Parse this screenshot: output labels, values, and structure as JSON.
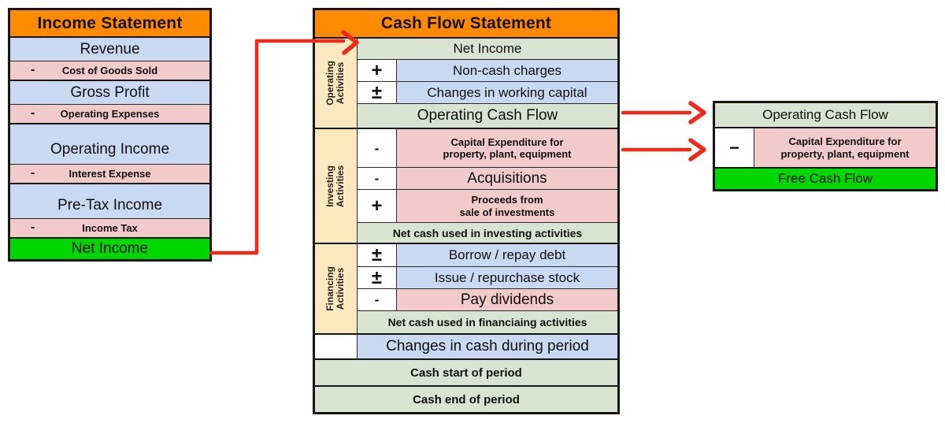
{
  "colors": {
    "header_orange": "#FF8A00",
    "row_blue": "#C9D9F2",
    "row_pink": "#F3CACA",
    "row_sage": "#D8E4CF",
    "net_green": "#00D600",
    "activities_cream": "#FAE9BE",
    "arrow_red": "#EF2917",
    "border_black": "#151515"
  },
  "income_statement": {
    "title": "Income Statement",
    "rows": [
      {
        "label": "Revenue"
      },
      {
        "sign": "-",
        "label": "Cost of Goods Sold"
      },
      {
        "label": "Gross Profit"
      },
      {
        "sign": "-",
        "label": "Operating Expenses"
      },
      {
        "label": "Operating Income"
      },
      {
        "sign": "-",
        "label": "Interest Expense"
      },
      {
        "label": "Pre-Tax Income"
      },
      {
        "sign": "-",
        "label": "Income Tax"
      },
      {
        "label": "Net Income"
      }
    ]
  },
  "cash_flow_statement": {
    "title": "Cash Flow Statement",
    "sections": [
      {
        "label": "Operating Activities",
        "rows": [
          {
            "label": "Net Income"
          },
          {
            "sign": "+",
            "label": "Non-cash charges"
          },
          {
            "sign": "±",
            "label": "Changes in working capital"
          },
          {
            "label": "Operating Cash Flow"
          }
        ]
      },
      {
        "label": "Investing Activities",
        "rows": [
          {
            "sign": "-",
            "line1": "Capital Expenditure for",
            "line2": "property, plant, equipment"
          },
          {
            "sign": "-",
            "label": "Acquisitions"
          },
          {
            "sign": "+",
            "line1": "Proceeds from",
            "line2": "sale of investments"
          },
          {
            "label": "Net cash used in investing activities"
          }
        ]
      },
      {
        "label": "Financing Activities",
        "rows": [
          {
            "sign": "±",
            "label": "Borrow / repay debt"
          },
          {
            "sign": "±",
            "label": "Issue / repurchase stock"
          },
          {
            "sign": "-",
            "label": "Pay dividends"
          },
          {
            "label": "Net cash used in financiaing activities"
          }
        ]
      }
    ],
    "bottom_rows": [
      {
        "label": "Changes in cash during period"
      },
      {
        "label": "Cash start of period"
      },
      {
        "label": "Cash end of period"
      }
    ]
  },
  "free_cash_flow": {
    "rows": [
      {
        "label": "Operating Cash Flow"
      },
      {
        "sign": "−",
        "line1": "Capital Expenditure for",
        "line2": "property, plant, equipment"
      },
      {
        "label": "Free Cash Flow"
      }
    ]
  }
}
